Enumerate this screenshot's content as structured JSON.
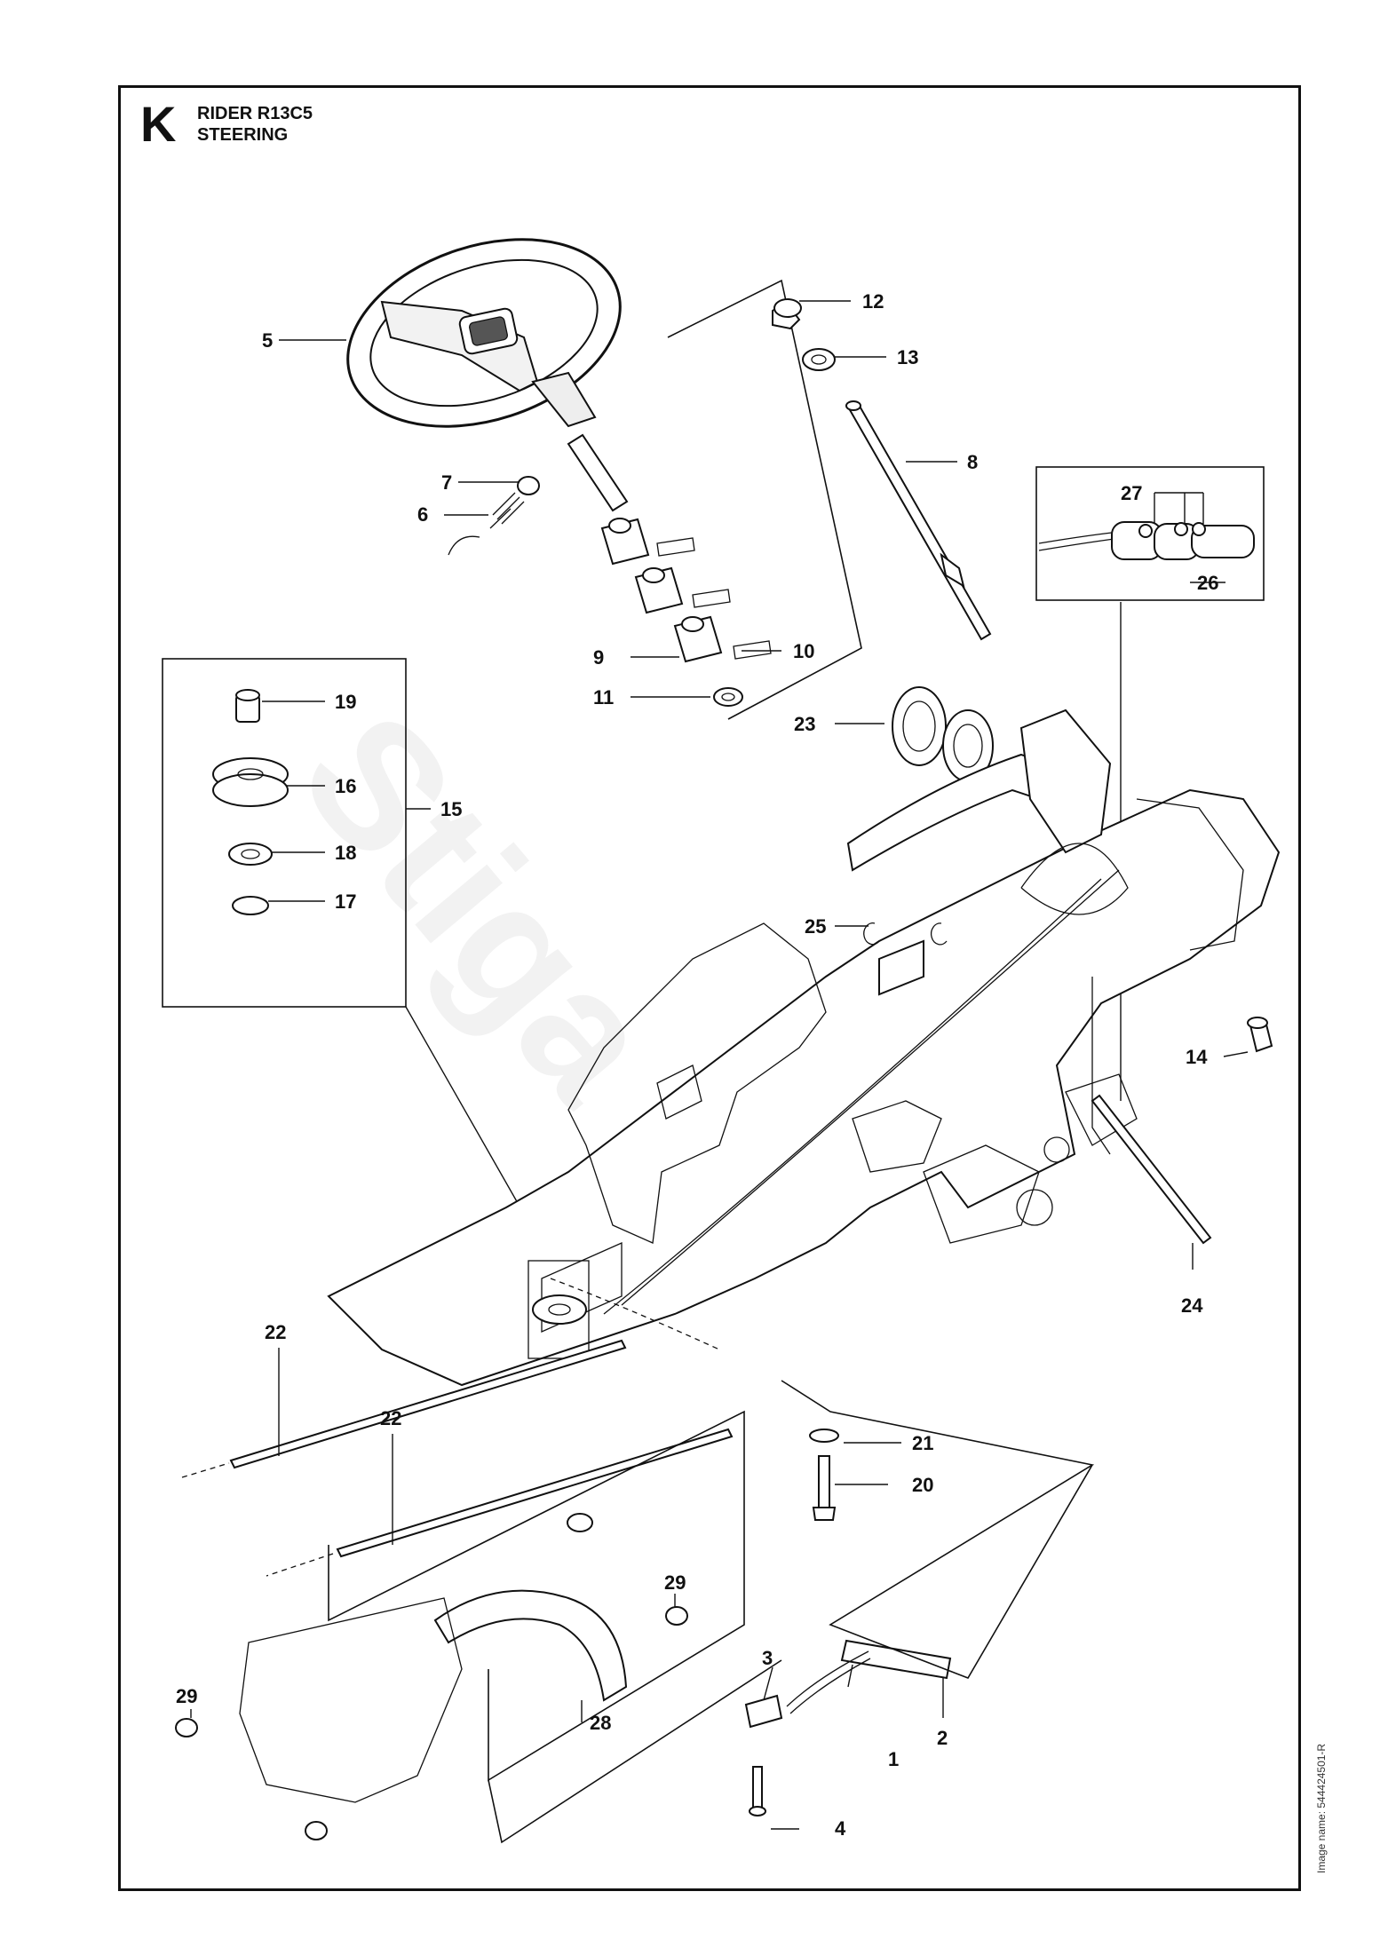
{
  "header": {
    "section_letter": "K",
    "model": "RIDER R13C5",
    "assembly": "STEERING"
  },
  "callouts": [
    "1",
    "2",
    "3",
    "4",
    "5",
    "6",
    "7",
    "8",
    "9",
    "10",
    "11",
    "12",
    "13",
    "14",
    "15",
    "16",
    "17",
    "18",
    "19",
    "20",
    "21",
    "22",
    "22",
    "23",
    "24",
    "25",
    "26",
    "27",
    "28",
    "29",
    "29"
  ],
  "watermark": "Stiga",
  "footer": {
    "image_name": "Image name: 544424501-R"
  }
}
